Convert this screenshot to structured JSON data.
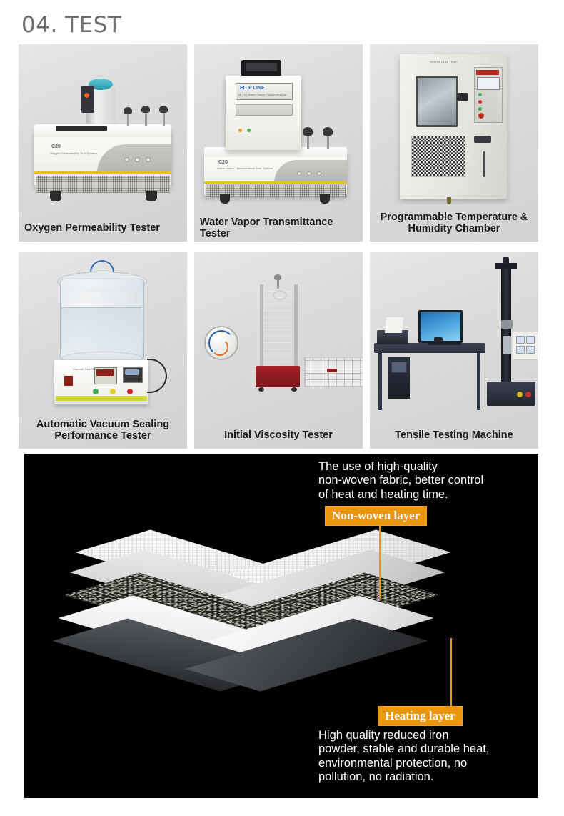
{
  "page": {
    "title": "04. TEST"
  },
  "products": [
    {
      "id": "oxygen-permeability-tester",
      "label": "Oxygen Permeability Tester",
      "two_line": false,
      "image_name": "oxygen-permeability-tester-photo"
    },
    {
      "id": "water-vapor-transmittance-tester",
      "label": "Water Vapor Transmittance Tester",
      "two_line": false,
      "image_name": "water-vapor-transmittance-tester-photo"
    },
    {
      "id": "programmable-temperature-humidity-chamber",
      "label": "Programmable Temperature &\nHumidity Chamber",
      "two_line": true,
      "image_name": "programmable-temperature-humidity-chamber-photo"
    },
    {
      "id": "automatic-vacuum-sealing-performance-tester",
      "label": "Automatic Vacuum Sealing\nPerformance Tester",
      "two_line": true,
      "image_name": "automatic-vacuum-sealing-performance-tester-photo"
    },
    {
      "id": "initial-viscosity-tester",
      "label": "Initial Viscosity Tester",
      "two_line": false,
      "image_name": "initial-viscosity-tester-photo"
    },
    {
      "id": "tensile-testing-machine",
      "label": "Tensile Testing Machine",
      "two_line": false,
      "image_name": "tensile-testing-machine-photo"
    }
  ],
  "layer_panel": {
    "top_text": "The use of high-quality\nnon-woven fabric, better control\nof heat and heating time.",
    "top_badge": "Non-woven layer",
    "bottom_badge": "Heating layer",
    "bottom_text": "High quality reduced iron\npowder, stable and durable heat,\nenvironmental protection, no\npollution, no radiation.",
    "image_name": "exploded-layer-structure-diagram",
    "layers": [
      {
        "name": "non-woven-top-layer",
        "texture": "tex-nonwoven"
      },
      {
        "name": "light-gray-layer",
        "texture": "tex-light"
      },
      {
        "name": "heating-iron-powder-layer",
        "texture": "tex-iron"
      },
      {
        "name": "white-inner-layer",
        "texture": "tex-white"
      },
      {
        "name": "dark-base-layer",
        "texture": "tex-dark"
      }
    ]
  },
  "colors": {
    "accent_orange": "#ea960f",
    "panel_black": "#000000",
    "card_gray": "#d8d8d8",
    "title_gray": "#6e6e6e"
  }
}
